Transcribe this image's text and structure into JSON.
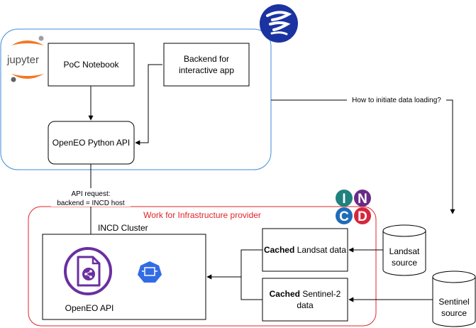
{
  "logos": {
    "jupyter_text": "jupyter",
    "incd_letters": [
      "I",
      "N",
      "C",
      "D"
    ]
  },
  "nodes": {
    "poc_notebook": "PoC Notebook",
    "backend_line1": "Backend for",
    "backend_line2": "interactive app",
    "openeo_python_api": "OpenEO Python API",
    "incd_cluster": "INCD Cluster",
    "openeo_api": "OpenEO API",
    "cached_landsat_bold": "Cached",
    "cached_landsat_rest": " Landsat data",
    "cached_sentinel_bold": "Cached",
    "cached_sentinel_rest": " Sentinel-2",
    "cached_sentinel_line2": "data",
    "landsat_line1": "Landsat",
    "landsat_line2": "source",
    "sentinel_line1": "Sentinel",
    "sentinel_line2": "source"
  },
  "labels": {
    "how_to_init": "How to initiate data loading?",
    "api_request_line1": "API request:",
    "api_request_line2": "backend = INCD host",
    "work_for_provider": "Work for Infrastructure provider"
  },
  "colors": {
    "blue_container": "#3d8bd8",
    "red_container": "#e0242a",
    "logo_blue": "#1a33a0",
    "openeo_purple": "#6a2fa0",
    "k8s_blue": "#326ce5",
    "jupyter_orange": "#f37726",
    "incd_teal": "#21817e",
    "incd_purple": "#6b2a86",
    "incd_yellow": "#f0b400",
    "incd_blue": "#1f6bb8",
    "incd_red": "#d7263d",
    "incd_pink": "#c2185b"
  }
}
